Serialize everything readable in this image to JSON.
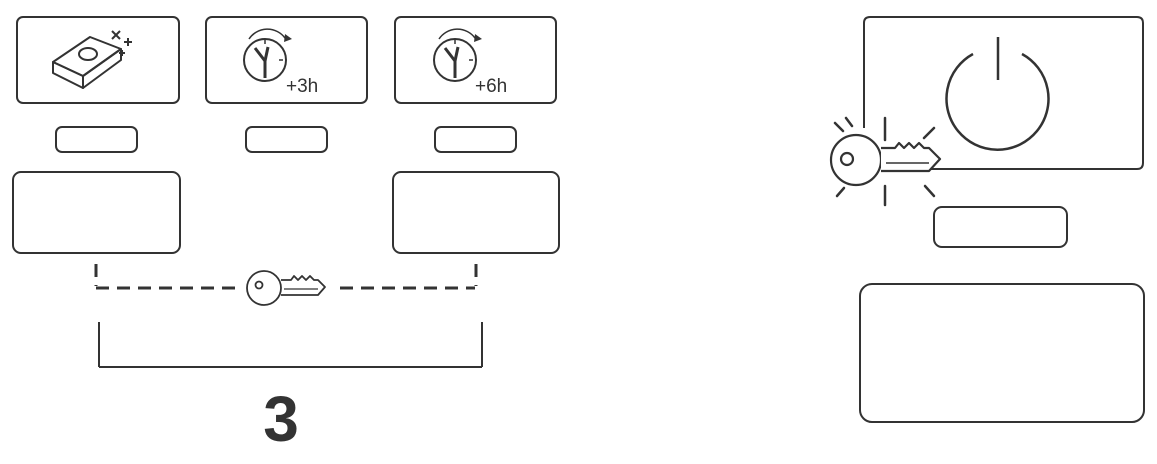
{
  "left_panel": {
    "buttons": [
      {
        "icon": "tablet-sparkle-icon",
        "caption": ""
      },
      {
        "icon": "clock-icon",
        "caption": "+3h"
      },
      {
        "icon": "clock-icon",
        "caption": "+6h"
      }
    ],
    "lock_icon": "key-icon",
    "step_number": "3"
  },
  "right_panel": {
    "icons": [
      "power-icon",
      "key-icon"
    ],
    "key_glow": true
  },
  "colors": {
    "stroke": "#333333",
    "background": "#ffffff"
  }
}
